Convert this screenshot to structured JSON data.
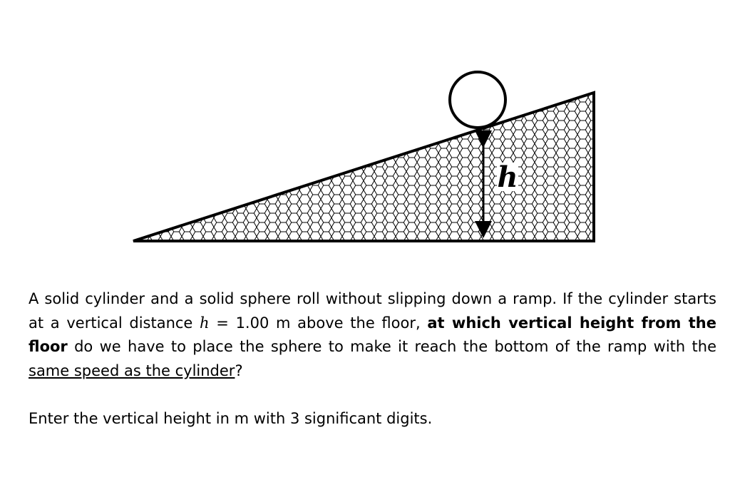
{
  "diagram": {
    "height_label": "h"
  },
  "question": {
    "part1": "A solid cylinder and a solid sphere roll without slipping down a ramp. If the cylinder starts at a vertical distance ",
    "var_h": "h",
    "part2": " = 1.00 m above the floor, ",
    "bold": "at which vertical height from the floor",
    "part3": " do we have to place the sphere to make it reach the bottom of the ramp with the ",
    "underlined": "same speed as the cylinder",
    "part4": "?"
  },
  "instruction": "Enter the vertical height in m with 3 significant digits."
}
